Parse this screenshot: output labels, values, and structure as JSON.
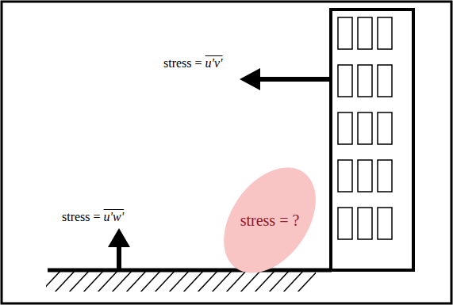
{
  "diagram": {
    "nodes": [
      {
        "text": [
          "stress = ?"
        ]
      }
    ],
    "labels": [
      "stress = u'v'",
      "stress = u'w'"
    ]
  }
}
